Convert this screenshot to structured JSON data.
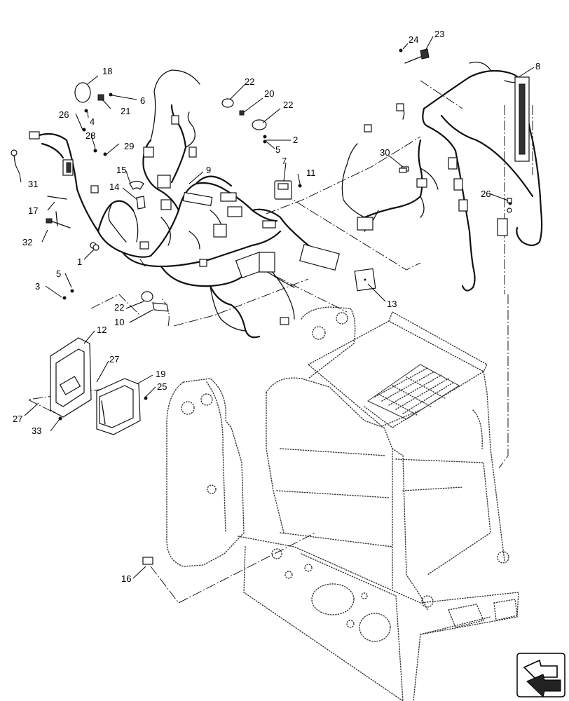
{
  "callouts": [
    {
      "id": "c18",
      "label": "18"
    },
    {
      "id": "c6",
      "label": "6"
    },
    {
      "id": "c21",
      "label": "21"
    },
    {
      "id": "c26a",
      "label": "26"
    },
    {
      "id": "c4",
      "label": "4"
    },
    {
      "id": "c28",
      "label": "28"
    },
    {
      "id": "c29",
      "label": "29"
    },
    {
      "id": "c31",
      "label": "31"
    },
    {
      "id": "c15",
      "label": "15"
    },
    {
      "id": "c14",
      "label": "14"
    },
    {
      "id": "c17",
      "label": "17"
    },
    {
      "id": "c32",
      "label": "32"
    },
    {
      "id": "c1",
      "label": "1"
    },
    {
      "id": "c5a",
      "label": "5"
    },
    {
      "id": "c3",
      "label": "3"
    },
    {
      "id": "c22a",
      "label": "22"
    },
    {
      "id": "c10",
      "label": "10"
    },
    {
      "id": "c22b",
      "label": "22"
    },
    {
      "id": "c20",
      "label": "20"
    },
    {
      "id": "c22c",
      "label": "22"
    },
    {
      "id": "c2",
      "label": "2"
    },
    {
      "id": "c5b",
      "label": "5"
    },
    {
      "id": "c9",
      "label": "9"
    },
    {
      "id": "c7",
      "label": "7"
    },
    {
      "id": "c11",
      "label": "11"
    },
    {
      "id": "c24",
      "label": "24"
    },
    {
      "id": "c23",
      "label": "23"
    },
    {
      "id": "c8",
      "label": "8"
    },
    {
      "id": "c30",
      "label": "30"
    },
    {
      "id": "c26b",
      "label": "26"
    },
    {
      "id": "c13",
      "label": "13"
    },
    {
      "id": "c12",
      "label": "12"
    },
    {
      "id": "c27a",
      "label": "27"
    },
    {
      "id": "c19",
      "label": "19"
    },
    {
      "id": "c25",
      "label": "25"
    },
    {
      "id": "c27b",
      "label": "27"
    },
    {
      "id": "c33",
      "label": "33"
    },
    {
      "id": "c16",
      "label": "16"
    }
  ],
  "icons": {
    "nav": "view-orientation-arrow-icon"
  },
  "colors": {
    "line": "#111111",
    "background": "#ffffff"
  }
}
